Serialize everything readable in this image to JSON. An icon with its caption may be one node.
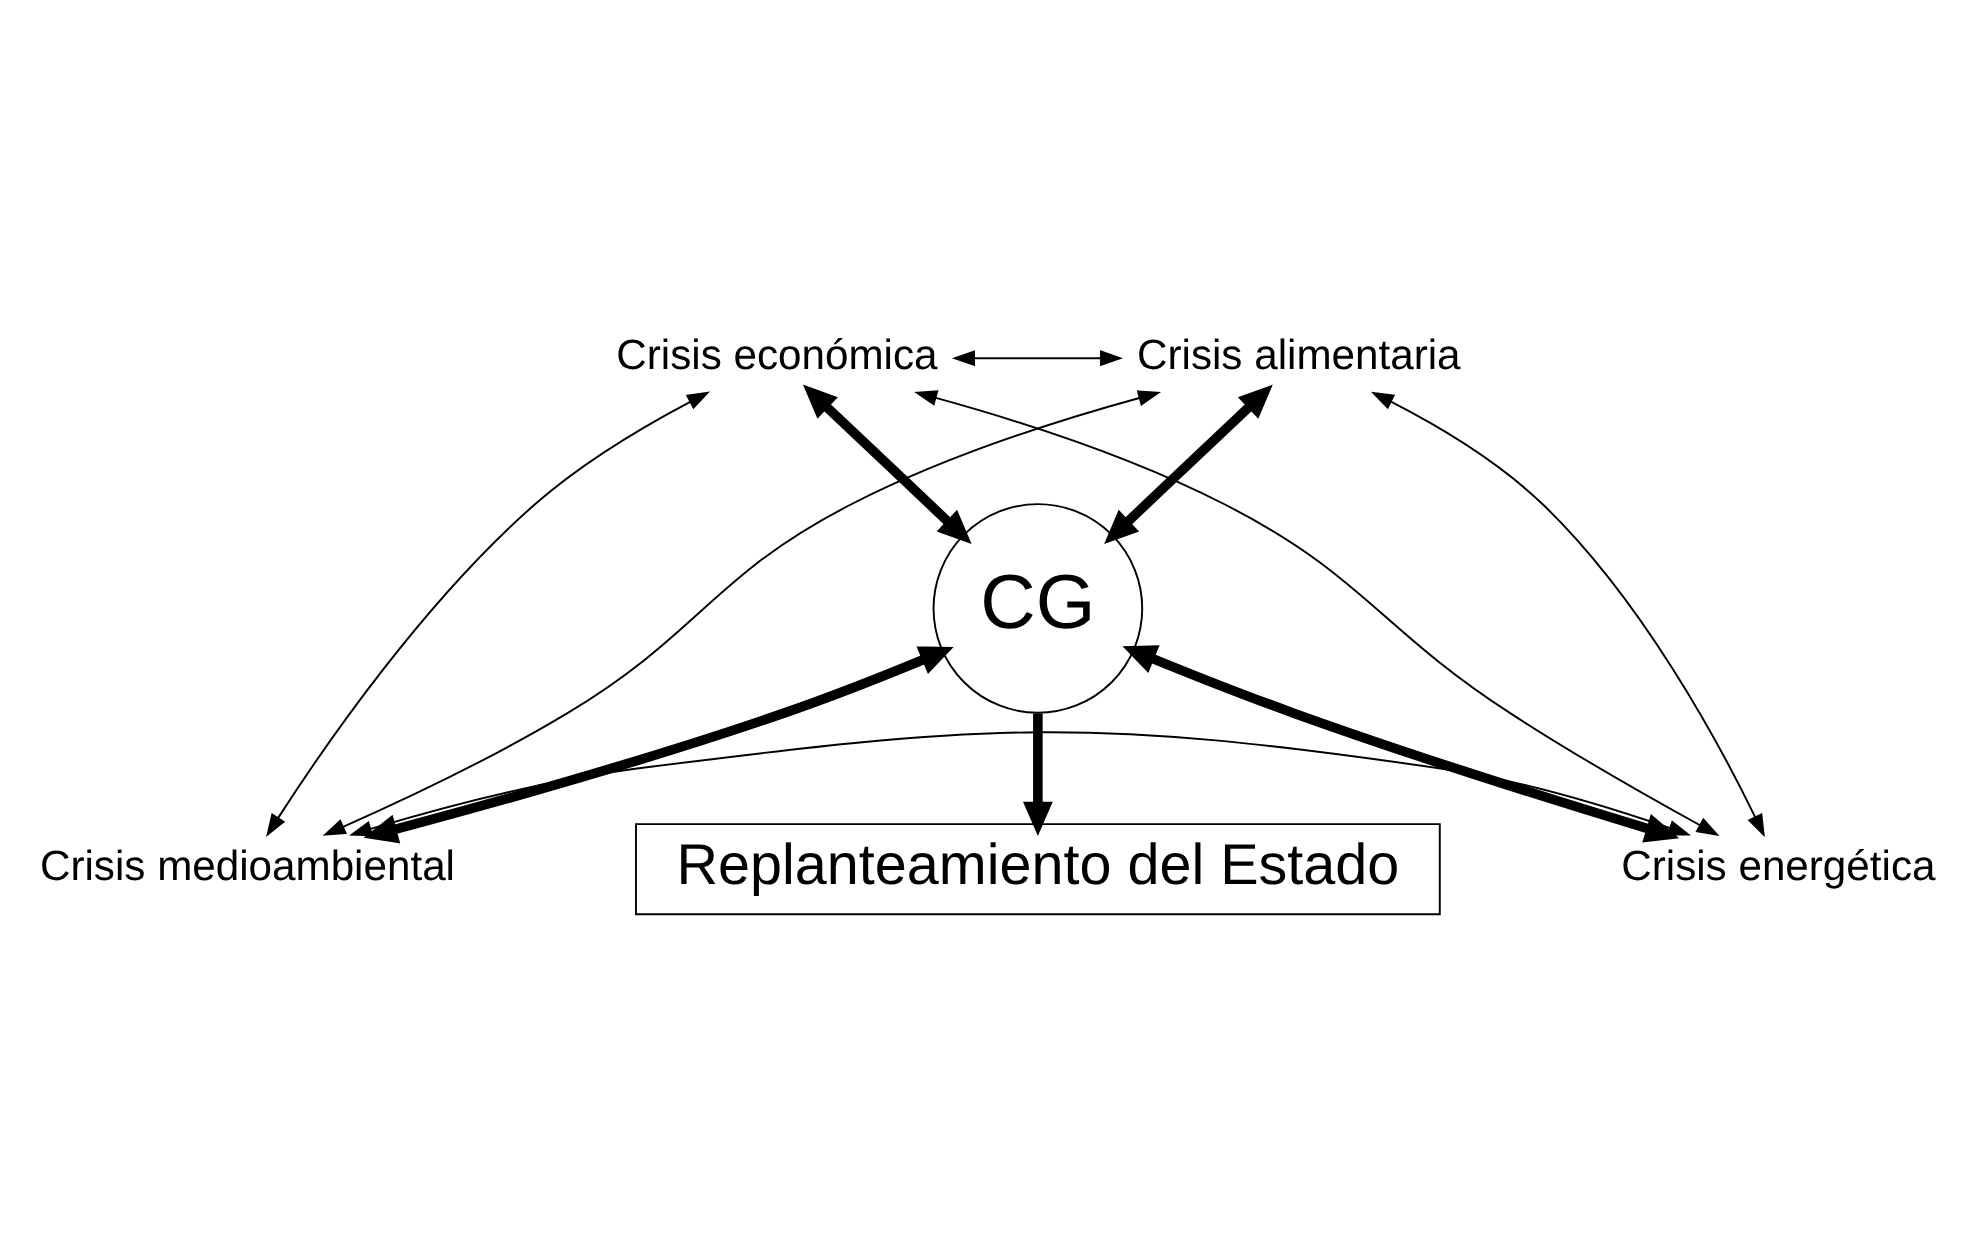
{
  "diagram": {
    "nodes": [
      {
        "text": [
          "Crisis económica"
        ]
      },
      {
        "text": [
          "Crisis alimentaria"
        ]
      },
      {
        "text": [
          "CG"
        ]
      },
      {
        "text": [
          "Crisis medioambiental"
        ]
      },
      {
        "text": [
          "Crisis energética"
        ]
      },
      {
        "text": [
          "Replanteamiento del Estado"
        ]
      }
    ],
    "edges": [
      {
        "from": 0,
        "to": 1,
        "arrow": "both"
      },
      {
        "from": 0,
        "to": 2,
        "arrow": "both",
        "style": "thick"
      },
      {
        "from": 1,
        "to": 2,
        "arrow": "both",
        "style": "thick"
      },
      {
        "from": 0,
        "to": 3,
        "arrow": "both"
      },
      {
        "from": 0,
        "to": 4,
        "arrow": "both"
      },
      {
        "from": 1,
        "to": 3,
        "arrow": "both"
      },
      {
        "from": 1,
        "to": 4,
        "arrow": "both"
      },
      {
        "from": 3,
        "to": 2,
        "arrow": "both",
        "style": "thick"
      },
      {
        "from": 2,
        "to": 4,
        "arrow": "both",
        "style": "thick"
      },
      {
        "from": 2,
        "to": 5,
        "arrow": "to",
        "style": "thick"
      },
      {
        "from": 3,
        "to": 4,
        "arrow": "both"
      }
    ]
  }
}
